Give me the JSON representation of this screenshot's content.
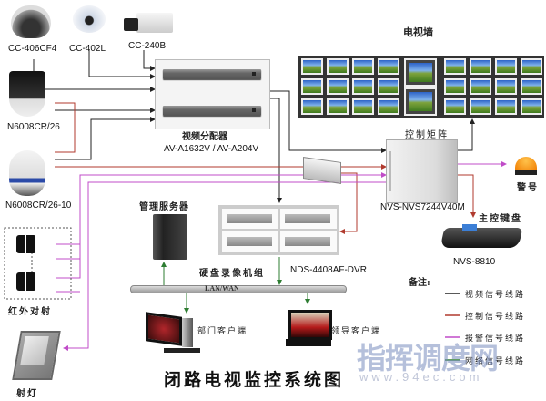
{
  "title": "闭路电视监控系统图",
  "cameras": {
    "dome1": "CC-406CF4",
    "dome2": "CC-402L",
    "box": "CC-240B",
    "ptz1": "N6008CR/26",
    "ptz2": "N6008CR/26-10"
  },
  "splitter": {
    "label_cn": "视频分配器",
    "model": "AV-A1632V / AV-A204V"
  },
  "tv_wall": {
    "label": "电视墙"
  },
  "matrix": {
    "label": "控制矩阵",
    "model": "NVS-NVS7244V40M"
  },
  "alarm": {
    "label": "警号"
  },
  "keyboard": {
    "label": "主控键盘",
    "model": "NVS-8810"
  },
  "server": {
    "label": "管理服务器"
  },
  "dvr": {
    "label": "硬盘录像机组",
    "model": "NDS-4408AF-DVR"
  },
  "network": {
    "label": "LAN/WAN"
  },
  "infrared": {
    "label": "红外对射"
  },
  "spotlight": {
    "label": "射灯"
  },
  "client_dept": {
    "label": "部门客户端"
  },
  "client_leader": {
    "label": "领导客户端"
  },
  "legend": {
    "title": "备注:",
    "items": [
      {
        "label": "视频信号线路",
        "color": "#222222"
      },
      {
        "label": "控制信号线路",
        "color": "#b03a2e"
      },
      {
        "label": "报警信号线路",
        "color": "#c04cc8"
      },
      {
        "label": "网络信号线路",
        "color": "#2e7d32"
      }
    ]
  },
  "watermark": {
    "text": "指挥调度网",
    "url_text": "www.94ec.com"
  },
  "colors": {
    "video": "#222222",
    "control": "#b03a2e",
    "alarm": "#c04cc8",
    "network": "#2e7d32"
  }
}
